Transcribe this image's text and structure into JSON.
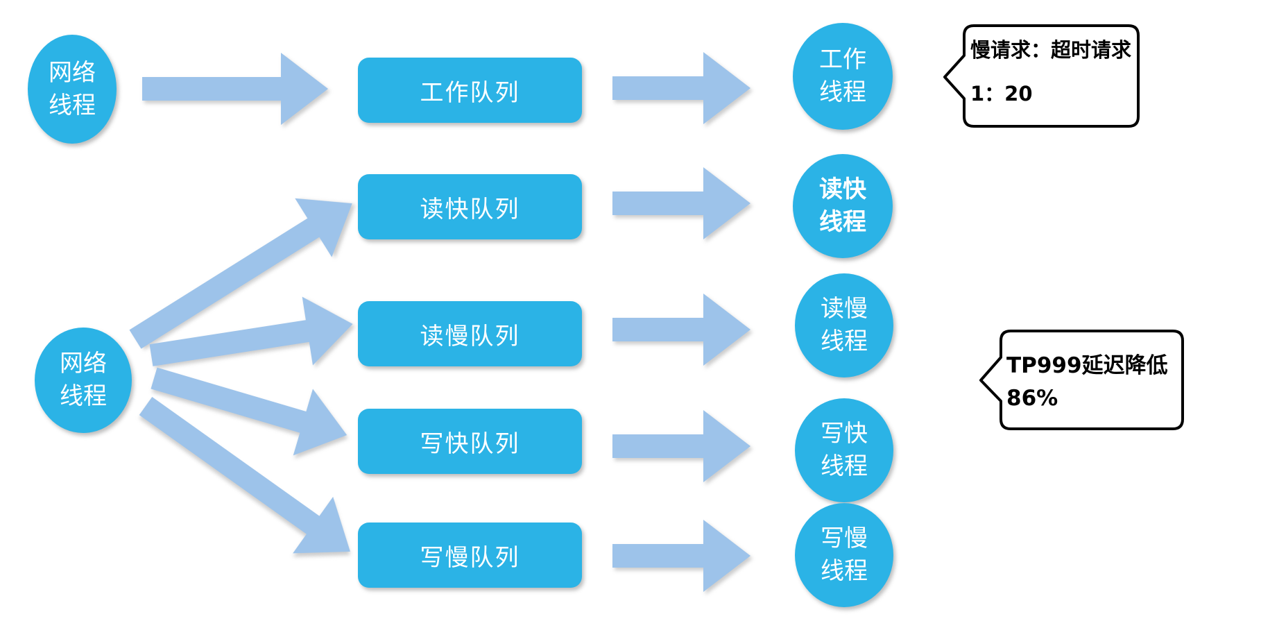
{
  "diagram": {
    "colors": {
      "node_fill": "#2bb3e6",
      "arrow_fill": "#9dc3ea",
      "node_text": "#ffffff",
      "callout_border": "#000000",
      "callout_text": "#000000",
      "background": "#ffffff"
    },
    "network_nodes": [
      {
        "label": "网络\n线程"
      },
      {
        "label": "网络\n线程"
      }
    ],
    "queues": [
      {
        "label": "工作队列"
      },
      {
        "label": "读快队列"
      },
      {
        "label": "读慢队列"
      },
      {
        "label": "写快队列"
      },
      {
        "label": "写慢队列"
      }
    ],
    "threads": [
      {
        "label": "工作\n线程"
      },
      {
        "label": "读快\n线程"
      },
      {
        "label": "读慢\n线程"
      },
      {
        "label": "写快\n线程"
      },
      {
        "label": "写慢\n线程"
      }
    ],
    "callouts": [
      {
        "lines": [
          "慢请求：超时请求",
          "1：20"
        ]
      },
      {
        "lines": [
          "TP999延迟降低",
          "86%"
        ]
      }
    ]
  }
}
